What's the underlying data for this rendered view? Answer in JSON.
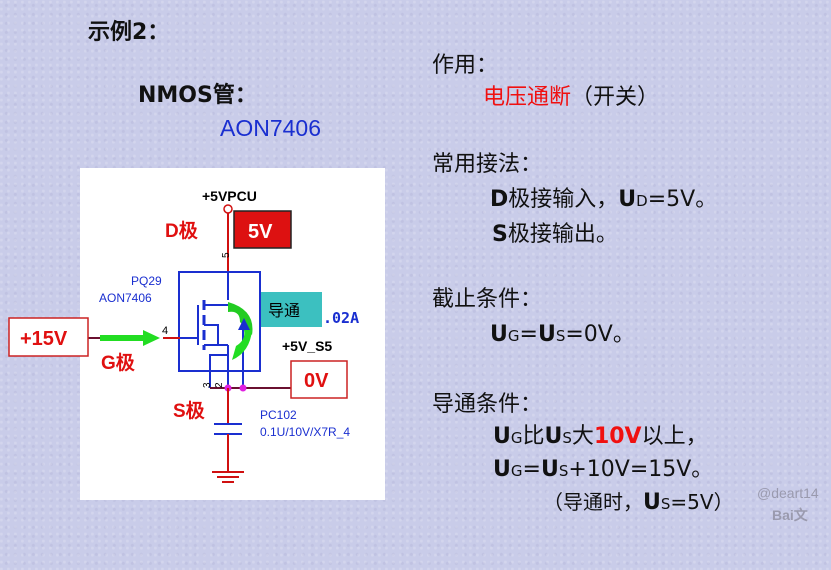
{
  "title": "示例2：",
  "device": {
    "type": "NMOS管：",
    "part": "AON7406"
  },
  "circuit": {
    "supply": "+5VPCU",
    "d_label": "D极",
    "d_voltage": "5V",
    "pin5": "5",
    "ref": "PQ29",
    "part": "AON7406",
    "g_input": "+15V",
    "g_label": "G极",
    "pin4": "4",
    "state": "导通",
    "current": ".02A",
    "net_s": "+5V_S5",
    "s_voltage": "0V",
    "pin3": "3",
    "pin2": "2",
    "s_label": "S极",
    "cap_ref": "PC102",
    "cap_value": "0.1U/10V/X7R_4"
  },
  "right": {
    "func_h": "作用：",
    "func": "电压通断",
    "func_note": "（开关）",
    "usage_h": "常用接法：",
    "usage1": {
      "a": "D",
      "b": "极接输入，",
      "c": "U",
      "sub": "D",
      "d": "=5V。"
    },
    "usage2": {
      "a": "S",
      "b": "极接输出。"
    },
    "cut_h": "截止条件：",
    "cut": {
      "u1": "U",
      "s1": "G",
      "eq": "=",
      "u2": "U",
      "s2": "S",
      "rest": "=0V。"
    },
    "on_h": "导通条件：",
    "on1": {
      "u1": "U",
      "s1": "G",
      "t1": "比",
      "u2": "U",
      "s2": "S",
      "t2": "大",
      "hl": "10V",
      "t3": "以上，"
    },
    "on2": {
      "u1": "U",
      "s1": "G",
      "t1": "=",
      "u2": "U",
      "s2": "S",
      "t2": "+10V=15V。"
    },
    "on3": {
      "t1": "（导通时，",
      "u": "U",
      "s": "S",
      "t2": "=5V）"
    }
  },
  "watermark": {
    "user": "@deart14",
    "brand": "Bai文"
  },
  "colors": {
    "bg": "#c9cce9",
    "red": "#f01010",
    "blue": "#1a2fd0",
    "green": "#22dd22",
    "teal": "#3cc0c0"
  }
}
